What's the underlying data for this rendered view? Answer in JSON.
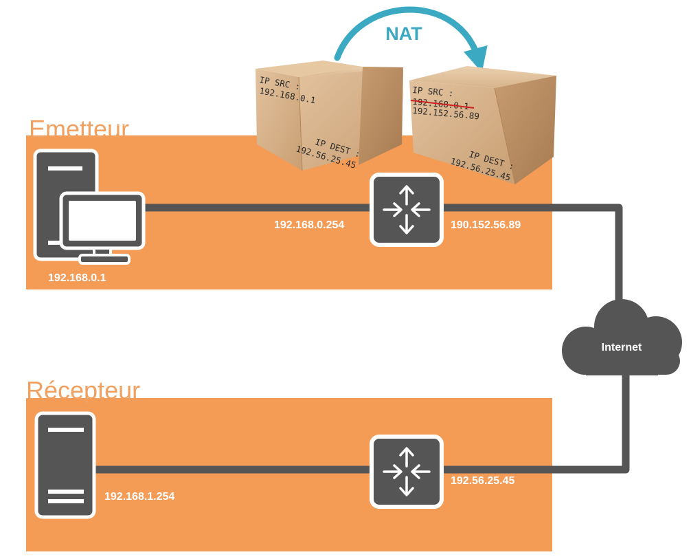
{
  "colors": {
    "zone": "#f49b56",
    "zone_title": "#f0a060",
    "device": "#555555",
    "cable": "#555555",
    "nat_arrow": "#3aa9c1",
    "cardboard": "#d9b48c",
    "strike": "#cc2222"
  },
  "zones": {
    "sender": {
      "title": "Emetteur"
    },
    "receiver": {
      "title": "Récepteur"
    }
  },
  "sender": {
    "pc_ip": "192.168.0.1",
    "router_lan_ip": "192.168.0.254",
    "router_wan_ip": "190.152.56.89"
  },
  "receiver": {
    "server_ip": "192.168.1.254",
    "router_wan_ip": "192.56.25.45"
  },
  "internet": {
    "label": "Internet"
  },
  "nat": {
    "label": "NAT",
    "packet_before": {
      "src_label": "IP SRC :",
      "src_value": "192.168.0.1",
      "dest_label": "IP DEST :",
      "dest_value": "192.56.25.45"
    },
    "packet_after": {
      "src_label": "IP SRC :",
      "src_old_value": "192.168.0.1",
      "src_new_value": "192.152.56.89",
      "dest_label": "IP DEST :",
      "dest_value": "192.56.25.45"
    }
  },
  "icons": [
    "desktop-computer-icon",
    "server-tower-icon",
    "router-icon",
    "cloud-icon",
    "cardboard-box-icon",
    "curved-arrow-icon"
  ]
}
